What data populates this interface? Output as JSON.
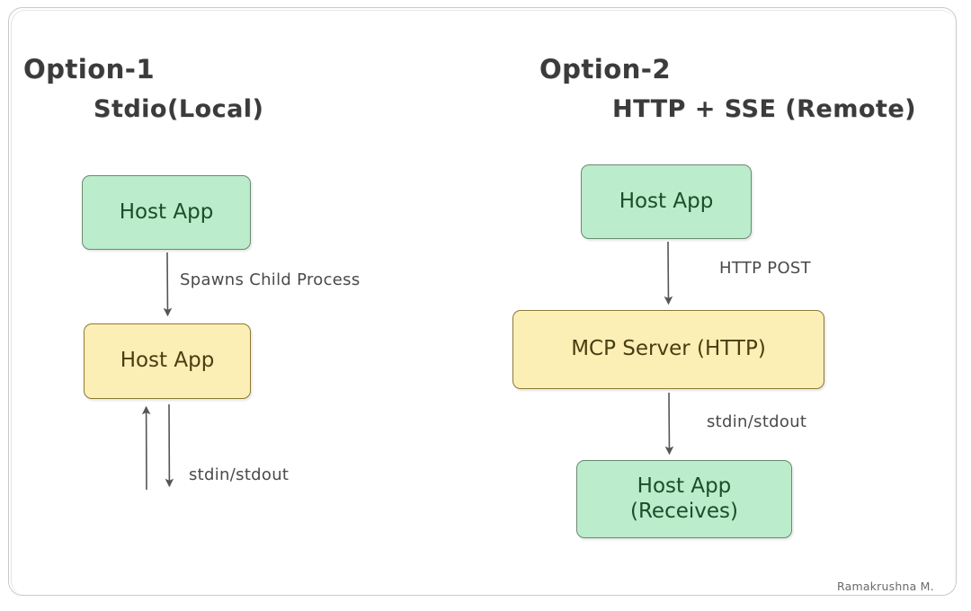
{
  "diagram": {
    "signature": "Ramakrushna M.",
    "colors": {
      "green_fill": "#bbeccb",
      "green_border": "#6b8a72",
      "green_text": "#1d4d28",
      "yellow_fill": "#fbefb6",
      "yellow_border": "#8b7a33",
      "yellow_text": "#4a3d10",
      "heading_text": "#3b3b3b",
      "label_text": "#4a4a4a",
      "frame_border": "#c9c9c9",
      "arrow": "#555555"
    },
    "columns": [
      {
        "id": "option-1",
        "heading_line1": "Option-1",
        "heading_line2": "Stdio(Local)",
        "nodes": [
          {
            "id": "left-host-app",
            "label": "Host App",
            "color": "green"
          },
          {
            "id": "left-server-app",
            "label": "Host App",
            "color": "yellow"
          }
        ],
        "edges": [
          {
            "id": "spawns",
            "label": "Spawns Child Process",
            "direction": "down"
          },
          {
            "id": "stdio-updown",
            "label": "stdin/stdout",
            "direction": "bidirectional"
          }
        ]
      },
      {
        "id": "option-2",
        "heading_line1": "Option-2",
        "heading_line2": "HTTP + SSE (Remote)",
        "nodes": [
          {
            "id": "right-host-app",
            "label": "Host App",
            "color": "green"
          },
          {
            "id": "right-mcp-server",
            "label": "MCP Server (HTTP)",
            "color": "yellow"
          },
          {
            "id": "right-receives",
            "label_line1": "Host App",
            "label_line2": "(Receives)",
            "color": "green"
          }
        ],
        "edges": [
          {
            "id": "http-post",
            "label": "HTTP POST",
            "direction": "down"
          },
          {
            "id": "stdio-down",
            "label": "stdin/stdout",
            "direction": "down"
          }
        ]
      }
    ]
  }
}
